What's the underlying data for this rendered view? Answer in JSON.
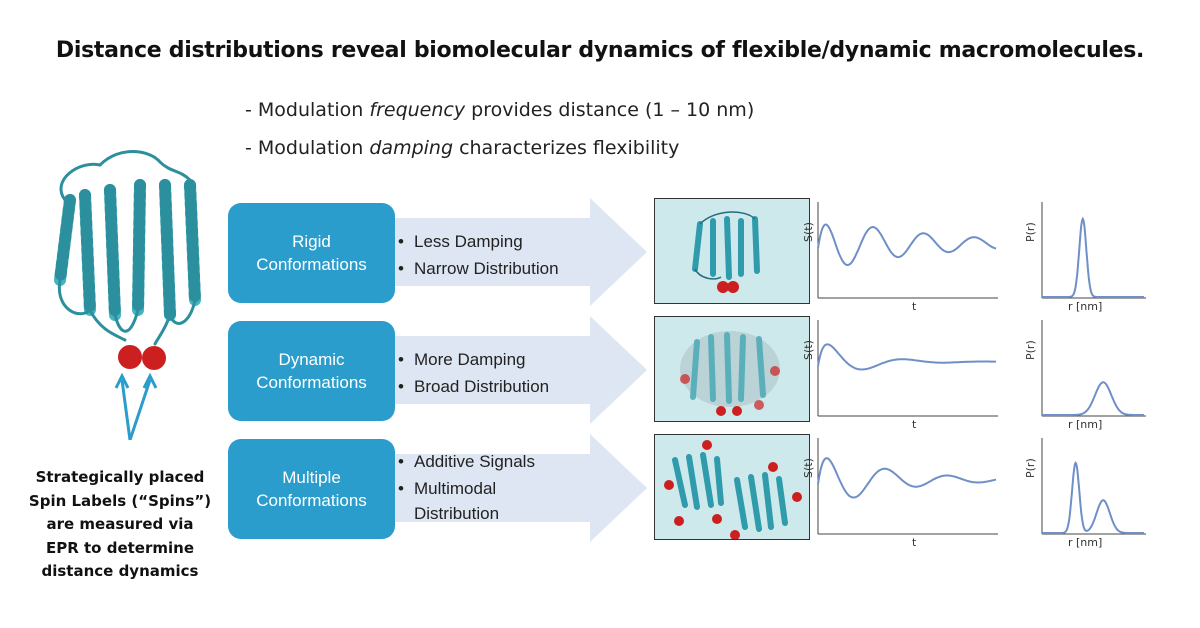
{
  "title": "Distance distributions reveal biomolecular dynamics of flexible/dynamic macromolecules.",
  "bullets": [
    {
      "pre": "- Modulation ",
      "em": "frequency",
      "post": " provides distance (1 – 10 nm)"
    },
    {
      "pre": "- Modulation ",
      "em": "damping",
      "post": " characterizes flexibility"
    }
  ],
  "caption": [
    "Strategically placed",
    "Spin Labels (“Spins”)",
    "are measured via",
    "EPR to determine",
    "distance dynamics"
  ],
  "axis_labels": {
    "signal_y": "S(t)",
    "signal_x": "t",
    "dist_y": "P(r)",
    "dist_x": "r [nm]"
  },
  "colors": {
    "box": "#2a9dcc",
    "arrow": "#dde6f2",
    "curve": "#6f8fc8",
    "protein": "#44b3c2",
    "spin": "#cc1f1f"
  },
  "rows": [
    {
      "box_lines": [
        "Rigid",
        "Conformations"
      ],
      "features": [
        {
          "lines": [
            "Less Damping"
          ]
        },
        {
          "lines": [
            "Narrow Distribution"
          ]
        }
      ],
      "signal": {
        "damping": 0.55,
        "amp": 1.0,
        "freq": 1.6
      },
      "distribution": [
        {
          "mu": 0.4,
          "sigma": 0.035,
          "amp": 1.0
        }
      ]
    },
    {
      "box_lines": [
        "Dynamic",
        "Conformations"
      ],
      "features": [
        {
          "lines": [
            "More Damping"
          ]
        },
        {
          "lines": [
            "Broad Distribution"
          ]
        }
      ],
      "signal": {
        "damping": 1.6,
        "amp": 0.95,
        "freq": 1.0
      },
      "distribution": [
        {
          "mu": 0.6,
          "sigma": 0.08,
          "amp": 0.42
        }
      ]
    },
    {
      "box_lines": [
        "Multiple",
        "Conformations"
      ],
      "features": [
        {
          "lines": [
            "Additive Signals"
          ]
        },
        {
          "lines": [
            "Multimodal",
            "Distribution"
          ]
        }
      ],
      "signal": {
        "damping": 0.9,
        "amp": 1.1,
        "freq": 1.3
      },
      "distribution": [
        {
          "mu": 0.33,
          "sigma": 0.035,
          "amp": 0.9
        },
        {
          "mu": 0.6,
          "sigma": 0.065,
          "amp": 0.42
        }
      ]
    }
  ]
}
